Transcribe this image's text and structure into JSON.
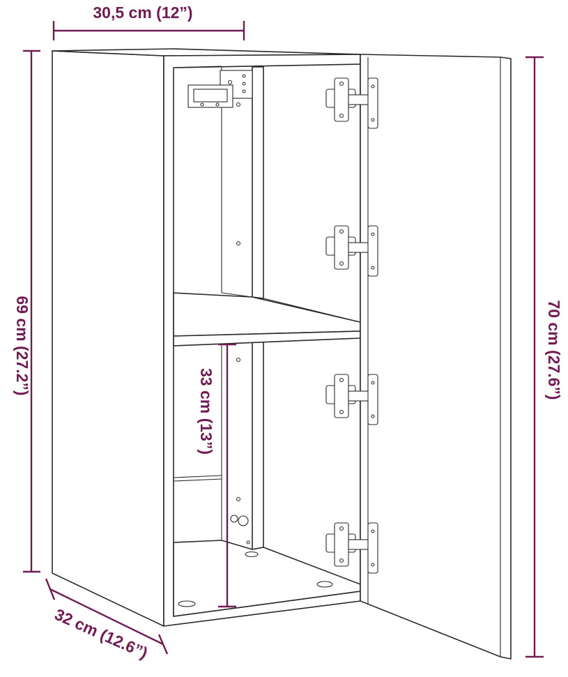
{
  "dimensions": {
    "width": "30,5 cm (12”)",
    "height_body": "69 cm (27.2”)",
    "height_door": "70 cm (27.6”)",
    "depth": "32 cm (12.6”)",
    "compartment": "33 cm (13”)"
  },
  "colors": {
    "dimension": "#701c52",
    "outline": "#2a2a2a",
    "background": "#ffffff"
  }
}
